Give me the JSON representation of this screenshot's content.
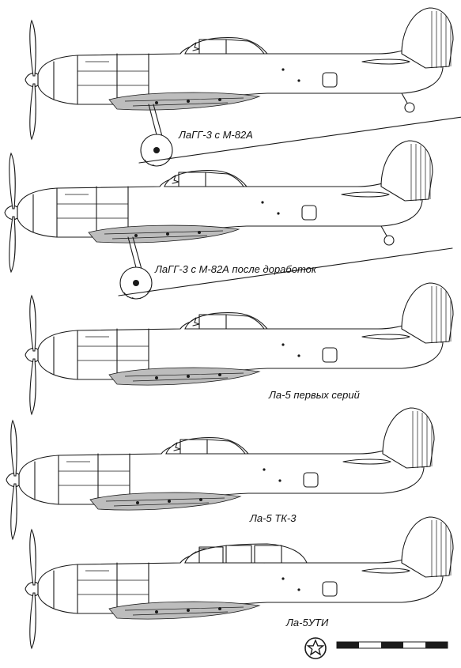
{
  "aircraft": [
    {
      "id": "lagg3-m82a",
      "label": "ЛаГГ-3 с М-82А"
    },
    {
      "id": "lagg3-m82a-mod",
      "label": "ЛаГГ-3 с М-82А после доработок"
    },
    {
      "id": "la5-early",
      "label": "Ла-5 первых серий"
    },
    {
      "id": "la5-tk3",
      "label": "Ла-5 ТК-3"
    },
    {
      "id": "la5uti",
      "label": "Ла-5УТИ"
    }
  ],
  "colors": {
    "ink": "#1a1a1a",
    "paper": "#ffffff"
  },
  "icons": {
    "emblem": "red-star-icon",
    "scale": "scale-bar"
  }
}
